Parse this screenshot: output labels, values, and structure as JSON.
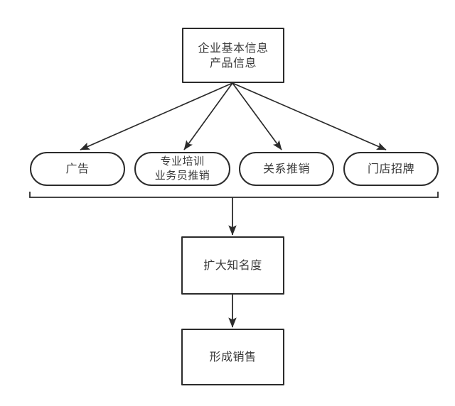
{
  "diagram": {
    "type": "flowchart",
    "orientation": "top-down",
    "background_color": "#ffffff",
    "stroke_color": "#2b2b2b",
    "text_color": "#3a3a3a",
    "nodes": {
      "source": {
        "id": "source",
        "shape": "rectangle",
        "text": "企业基本信息\n产品信息",
        "lines": [
          "企业基本信息",
          "产品信息"
        ]
      },
      "advertising": {
        "id": "advertising",
        "shape": "rounded-rectangle",
        "text": "广告",
        "lines": [
          "广告"
        ]
      },
      "training": {
        "id": "training",
        "shape": "rounded-rectangle",
        "text": "专业培训\n业务员推销",
        "lines": [
          "专业培训",
          "业务员推销"
        ]
      },
      "relationship": {
        "id": "relationship",
        "shape": "rounded-rectangle",
        "text": "关系推销",
        "lines": [
          "关系推销"
        ]
      },
      "storefront": {
        "id": "storefront",
        "shape": "rounded-rectangle",
        "text": "门店招牌",
        "lines": [
          "门店招牌"
        ]
      },
      "awareness": {
        "id": "awareness",
        "shape": "rectangle",
        "text": "扩大知名度",
        "lines": [
          "扩大知名度"
        ]
      },
      "sales": {
        "id": "sales",
        "shape": "rectangle",
        "text": "形成销售",
        "lines": [
          "形成销售"
        ]
      }
    },
    "edges": [
      {
        "from": "source",
        "to": "advertising",
        "style": "arrow"
      },
      {
        "from": "source",
        "to": "training",
        "style": "arrow"
      },
      {
        "from": "source",
        "to": "relationship",
        "style": "arrow"
      },
      {
        "from": "source",
        "to": "storefront",
        "style": "arrow"
      },
      {
        "from": "advertising",
        "to": "join-bar",
        "style": "line"
      },
      {
        "from": "training",
        "to": "join-bar",
        "style": "line"
      },
      {
        "from": "relationship",
        "to": "join-bar",
        "style": "line"
      },
      {
        "from": "storefront",
        "to": "join-bar",
        "style": "line"
      },
      {
        "from": "join-bar",
        "to": "awareness",
        "style": "arrow"
      },
      {
        "from": "awareness",
        "to": "sales",
        "style": "arrow"
      }
    ]
  }
}
